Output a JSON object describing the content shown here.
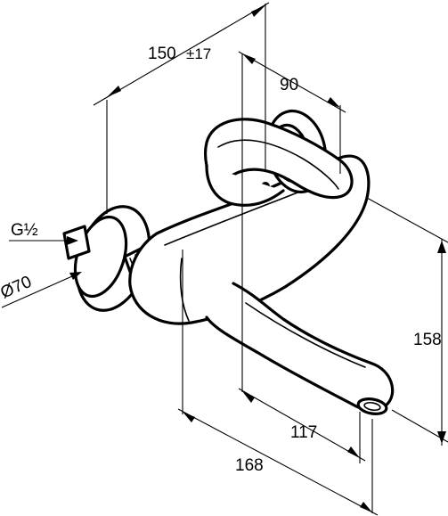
{
  "dimensions": {
    "overall_depth": "150",
    "overall_depth_tolerance": "±17",
    "handle_offset": "90",
    "height": "158",
    "spout_projection": "117",
    "total_projection": "168",
    "connection_thread": "G½",
    "rosette_diameter": "Ø70"
  }
}
